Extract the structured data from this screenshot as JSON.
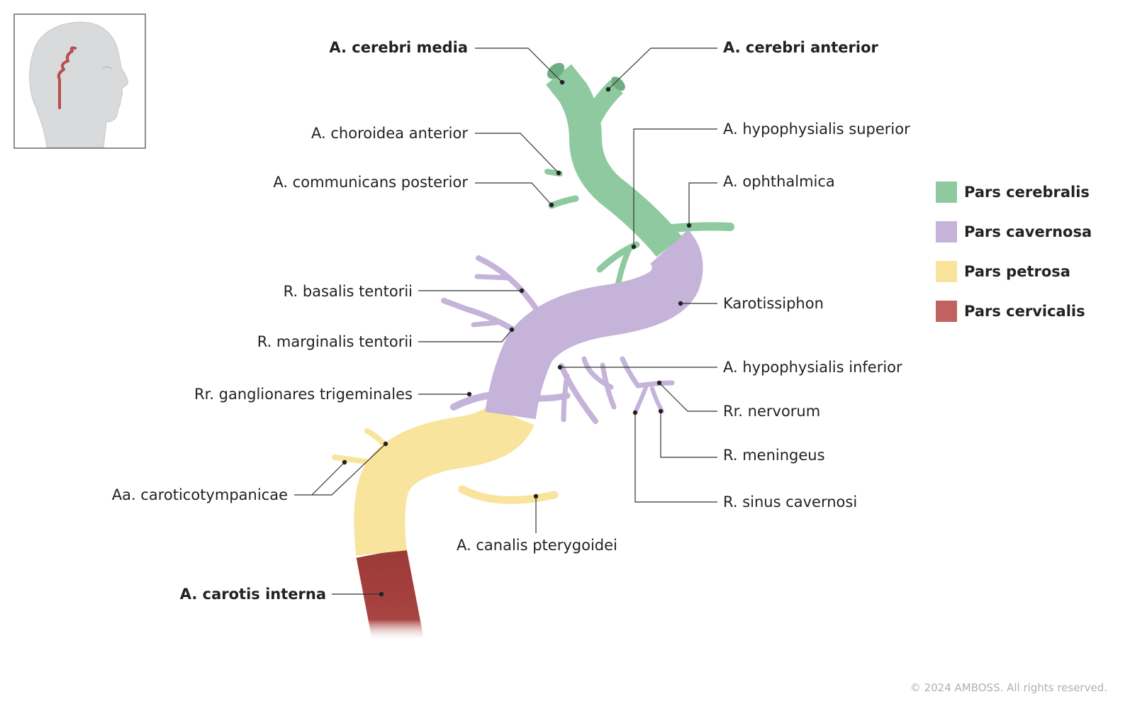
{
  "colors": {
    "pars_cerebralis": "#8fc9a0",
    "pars_cavernosa": "#c5b3d9",
    "pars_petrosa": "#f8e49c",
    "pars_cervicalis": "#b5504e",
    "leader_line": "#333333",
    "copyright": "#b0b0b0"
  },
  "labels": {
    "cerebri_media": "A. cerebri media",
    "cerebri_anterior": "A. cerebri anterior",
    "choroidea_anterior": "A. choroidea anterior",
    "communicans_posterior": "A. communicans posterior",
    "hypophysialis_superior": "A. hypophysialis superior",
    "ophthalmica": "A. ophthalmica",
    "basalis_tentorii": "R. basalis tentorii",
    "marginalis_tentorii": "R. marginalis tentorii",
    "karotissiphon": "Karotissiphon",
    "hypophysialis_inferior": "A. hypophysialis inferior",
    "ganglionares_trigeminales": "Rr. ganglionares trigeminales",
    "nervorum": "Rr. nervorum",
    "meningeus": "R. meningeus",
    "caroticotympanicae": "Aa. caroticotympanicae",
    "sinus_cavernosi": "R. sinus cavernosi",
    "canalis_pterygoidei": "A. canalis pterygoidei",
    "carotis_interna": "A. carotis interna"
  },
  "legend": [
    {
      "label": "Pars cerebralis",
      "color": "#8fc9a0"
    },
    {
      "label": "Pars cavernosa",
      "color": "#c5b3d9"
    },
    {
      "label": "Pars petrosa",
      "color": "#f8e49c"
    },
    {
      "label": "Pars cervicalis",
      "color": "#c0625f"
    }
  ],
  "copyright": "© 2024 AMBOSS. All rights reserved."
}
